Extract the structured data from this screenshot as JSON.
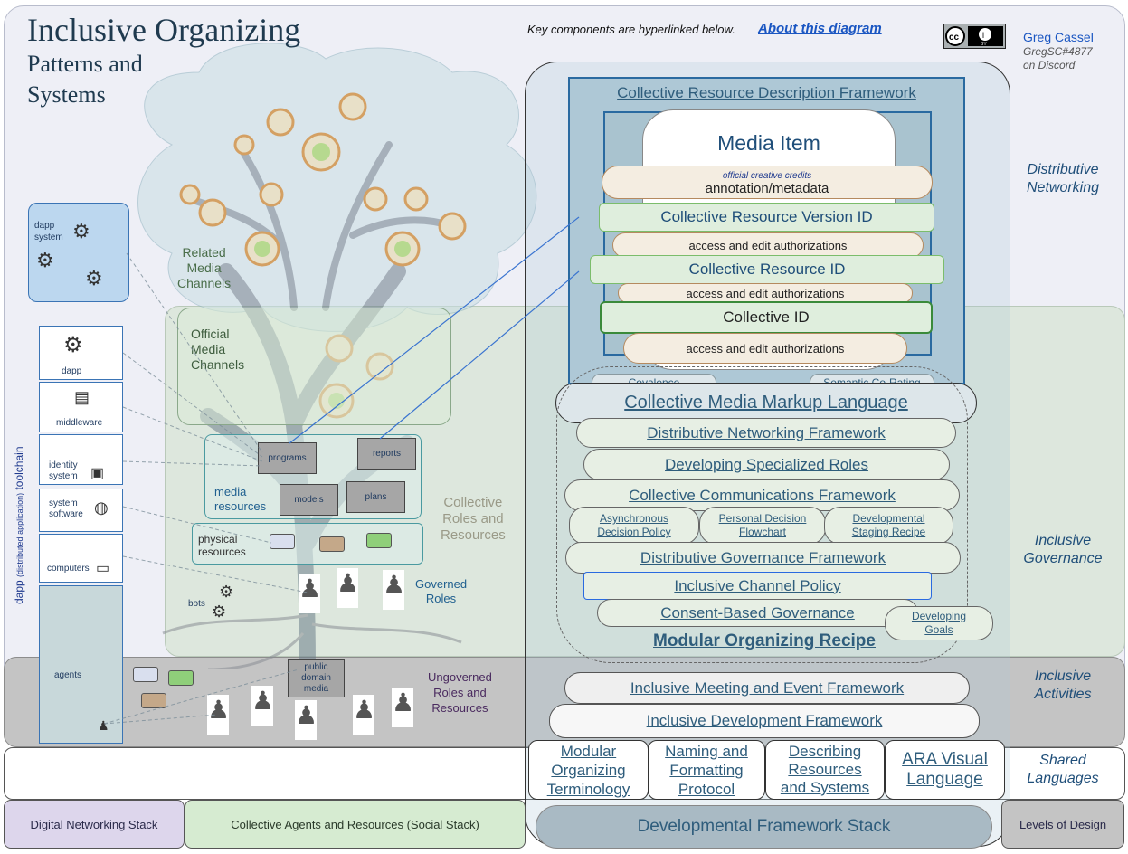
{
  "title": {
    "line1": "Inclusive Organizing",
    "line2": "Patterns and",
    "line3": "Systems"
  },
  "header": {
    "note": "Key components are hyperlinked below.",
    "about_link": "About this diagram",
    "license_icon": "creative-commons-by-icon",
    "author": "Greg Cassel",
    "author_handle": "GregSC#4877",
    "author_platform": "on Discord"
  },
  "levels": {
    "distributive_networking": [
      "Distributive",
      "Networking"
    ],
    "inclusive_governance": [
      "Inclusive",
      "Governance"
    ],
    "inclusive_activities": [
      "Inclusive",
      "Activities"
    ],
    "shared_languages": [
      "Shared",
      "Languages"
    ],
    "label": "Levels of Design"
  },
  "left": {
    "toolchain_label_a": "dapp",
    "toolchain_label_b": "(distributed application)",
    "toolchain_label_c": "toolchain",
    "dapp_system": [
      "dapp",
      "system"
    ],
    "tool_items": [
      "dapp",
      "middleware",
      "identity system",
      "system software",
      "computers",
      "agents"
    ],
    "related_media": [
      "Related",
      "Media",
      "Channels"
    ],
    "official_media": [
      "Official",
      "Media",
      "Channels"
    ],
    "media_resources": [
      "media",
      "resources"
    ],
    "resource_boxes": [
      "programs",
      "reports",
      "models",
      "plans"
    ],
    "physical_resources": [
      "physical",
      "resources"
    ],
    "bots": "bots",
    "governed_roles": [
      "Governed",
      "Roles"
    ],
    "collective_roles": [
      "Collective",
      "Roles and",
      "Resources"
    ],
    "public_domain_media": [
      "public",
      "domain",
      "media"
    ],
    "ungoverned": [
      "Ungoverned",
      "Roles and",
      "Resources"
    ],
    "colors": {
      "resource_blue": "#d9dfee",
      "resource_brown": "#c4a889",
      "resource_green": "#8fcf7a"
    }
  },
  "framework": {
    "crdf": "Collective Resource Description Framework",
    "media_item": "Media Item",
    "credits": "official creative credits",
    "annotation": "annotation/metadata",
    "crv_id": "Collective Resource Version ID",
    "access1": "access and edit authorizations",
    "cr_id": "Collective Resource ID",
    "access2": "access and edit authorizations",
    "c_id": "Collective ID",
    "access3": "access and edit authorizations",
    "covalence": "Covalence",
    "semantic": "Semantic Co-Rating",
    "cmml": "Collective Media Markup Language",
    "dnf": "Distributive Networking Framework",
    "dsr": "Developing Specialized Roles",
    "ccf": "Collective Communications Framework",
    "adp": [
      "Asynchronous",
      "Decision Policy"
    ],
    "pdf": [
      "Personal Decision",
      "Flowchart"
    ],
    "dsrec": [
      "Developmental",
      "Staging Recipe"
    ],
    "dgf": "Distributive Governance Framework",
    "icp": "Inclusive Channel Policy",
    "cbg": "Consent-Based Governance",
    "dg": [
      "Developing",
      "Goals"
    ],
    "mor": "Modular Organizing Recipe",
    "imef": "Inclusive Meeting and Event Framework",
    "idf": "Inclusive Development Framework",
    "languages": [
      [
        "Modular",
        "Organizing",
        "Terminology"
      ],
      [
        "Naming and",
        "Formatting",
        "Protocol"
      ],
      [
        "Describing",
        "Resources",
        "and Systems"
      ],
      [
        "ARA Visual",
        "Language"
      ]
    ]
  },
  "bottom": {
    "digital_stack": "Digital Networking Stack",
    "social_stack": "Collective Agents and Resources (Social Stack)",
    "dev_stack": "Developmental Framework Stack"
  }
}
